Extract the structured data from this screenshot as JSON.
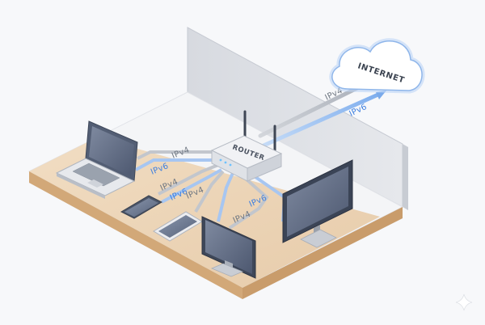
{
  "router": {
    "label": "ROUTER"
  },
  "cloud": {
    "label": "INTERNET"
  },
  "protocols": {
    "v4": "IPv4",
    "v6": "IPv6"
  },
  "colors": {
    "ipv4_stream": "#b9bec6",
    "ipv6_stream": "#8fb8ef",
    "ipv6_text": "#3d7fe0",
    "floor_wood": "#ead3b6",
    "wall": "#dde0e6",
    "cloud_outline": "#9cc2f0"
  },
  "devices": [
    {
      "name": "laptop"
    },
    {
      "name": "smartphone"
    },
    {
      "name": "tablet"
    },
    {
      "name": "desktop-monitor"
    },
    {
      "name": "television"
    }
  ]
}
